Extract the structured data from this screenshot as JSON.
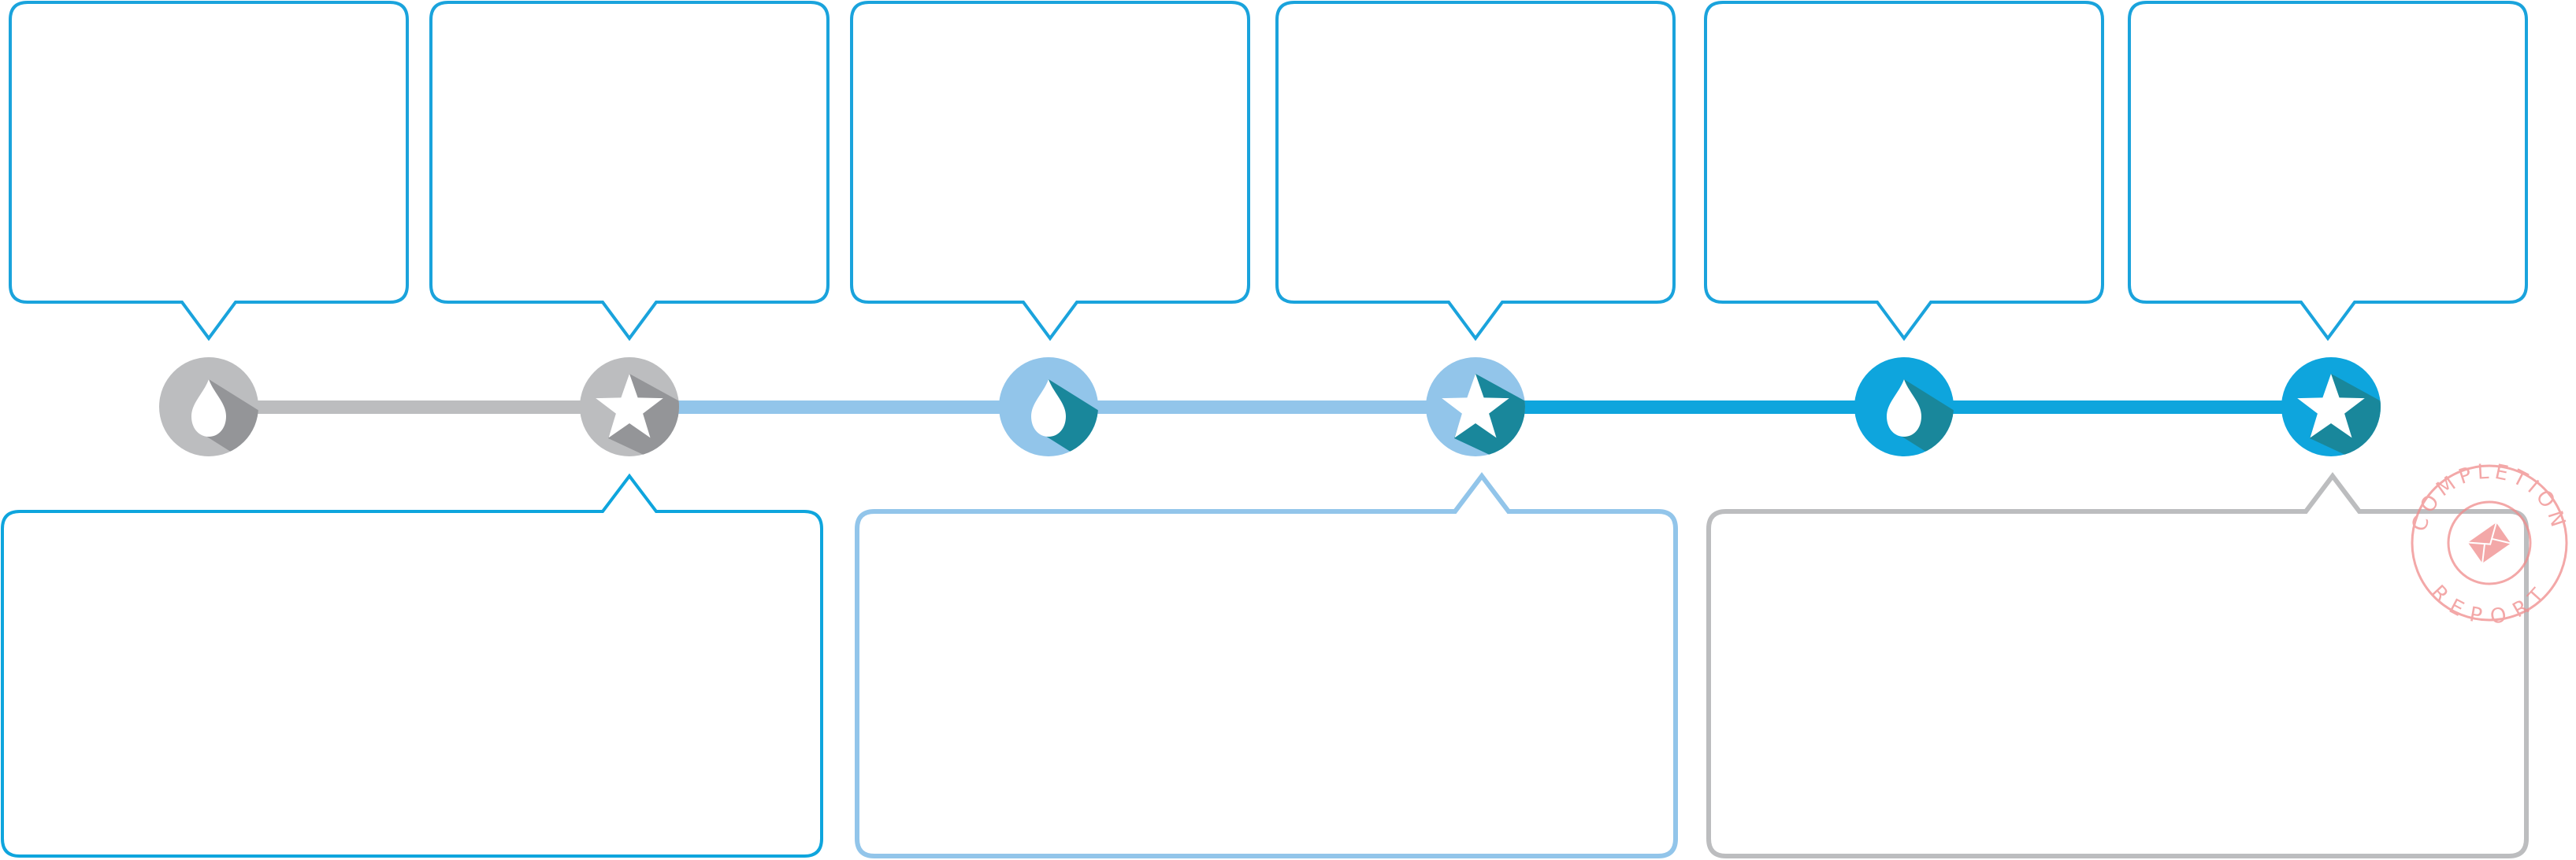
{
  "colors": {
    "gray": "#bcbdbf",
    "gray_shadow": "#949598",
    "light_blue": "#92c5ea",
    "blue": "#0ea5dd",
    "teal_shadow": "#19879b",
    "top_box_border": "#1aa3dc",
    "stamp": "#f08b8b"
  },
  "milestones": [
    {
      "icon": "drop-icon",
      "color": "gray",
      "shadow": "gray_shadow"
    },
    {
      "icon": "star-icon",
      "color": "gray",
      "shadow": "gray_shadow"
    },
    {
      "icon": "drop-icon",
      "color": "light_blue",
      "shadow": "teal_shadow"
    },
    {
      "icon": "star-icon",
      "color": "light_blue",
      "shadow": "teal_shadow"
    },
    {
      "icon": "drop-icon",
      "color": "blue",
      "shadow": "teal_shadow"
    },
    {
      "icon": "star-icon",
      "color": "blue",
      "shadow": "teal_shadow"
    }
  ],
  "connectors": [
    "gray",
    "light_blue",
    "light_blue",
    "blue",
    "blue"
  ],
  "bottom_boxes": [
    {
      "border": "blue"
    },
    {
      "border": "light_blue"
    },
    {
      "border": "gray"
    }
  ],
  "stamp": {
    "top_text": "COMPLETION",
    "bottom_text": "REPORT"
  }
}
